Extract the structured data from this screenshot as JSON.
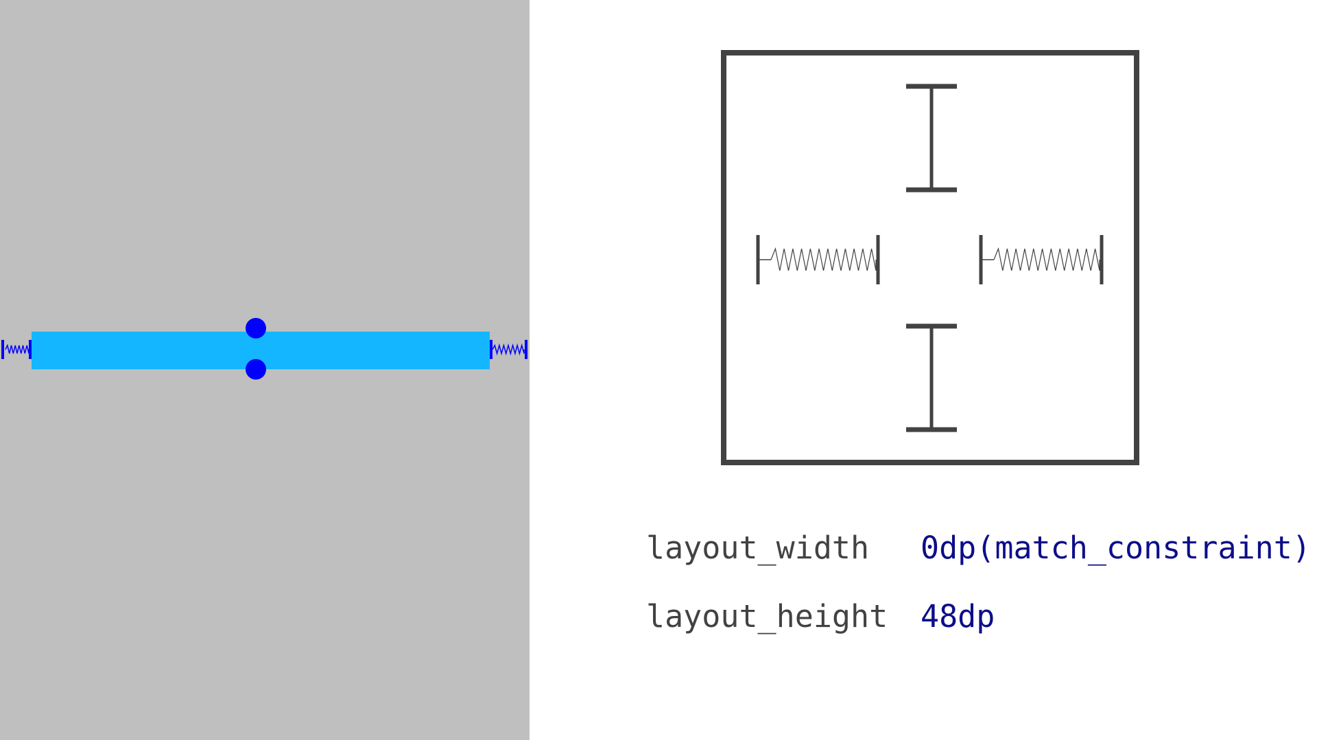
{
  "colors": {
    "canvas_background": "#bfbfbf",
    "view": "#14b7ff",
    "constraint": "#0000ff",
    "inspector_stroke": "#424242",
    "attribute_name": "#424242",
    "attribute_value": "#0d0d8a"
  },
  "canvas": {
    "selected_view": {
      "layout_width_mode": "match_constraint",
      "constraints": [
        "start-to-parent",
        "end-to-parent"
      ],
      "anchors": [
        "top",
        "bottom"
      ]
    }
  },
  "inspector": {
    "icons": [
      "top-margin-icon",
      "start-spring-icon",
      "end-spring-icon",
      "bottom-margin-icon"
    ],
    "attributes": [
      {
        "name": "layout_width",
        "value": "0dp(match_constraint)"
      },
      {
        "name": "layout_height",
        "value": "48dp"
      }
    ]
  }
}
